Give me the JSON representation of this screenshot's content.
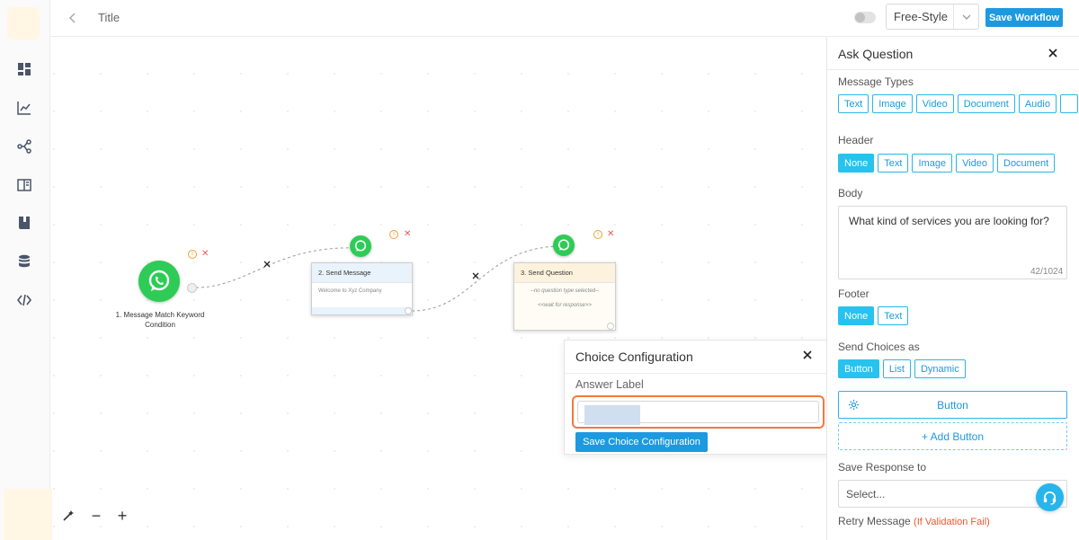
{
  "header": {
    "title": "Title",
    "mode": "Free-Style",
    "save_label": "Save Workflow"
  },
  "sidebar": {
    "icons": [
      "dashboard-icon",
      "analytics-icon",
      "flow-icon",
      "templates-icon",
      "book-icon",
      "database-icon",
      "code-icon"
    ]
  },
  "canvas": {
    "start_node": {
      "label": "1. Message Match Keyword Condition"
    },
    "nodes": [
      {
        "title": "2. Send Message",
        "body": "Welcome to Xyz Company"
      },
      {
        "title": "3. Send Question",
        "line1": "--no question type selected--",
        "line2": "<<wait for response>>"
      }
    ],
    "zoom_minus": "−",
    "zoom_plus": "+"
  },
  "choice_popup": {
    "title": "Choice Configuration",
    "answer_label": "Answer Label",
    "save_label": "Save Choice Configuration"
  },
  "panel": {
    "title": "Ask Question",
    "message_types_label": "Message Types",
    "message_types": [
      "Text",
      "Image",
      "Video",
      "Document",
      "Audio"
    ],
    "header_label": "Header",
    "header_options": [
      "None",
      "Text",
      "Image",
      "Video",
      "Document"
    ],
    "header_selected": "None",
    "body_label": "Body",
    "body_text": "What kind of services you are looking for?",
    "body_counter": "42/1024",
    "footer_label": "Footer",
    "footer_options": [
      "None",
      "Text"
    ],
    "footer_selected": "None",
    "send_choices_label": "Send Choices as",
    "send_choices_options": [
      "Button",
      "List",
      "Dynamic"
    ],
    "send_choices_selected": "Button",
    "button_label": "Button",
    "add_button_label": "+ Add Button",
    "save_response_label": "Save Response to",
    "save_response_placeholder": "Select...",
    "retry_label": "Retry Message",
    "retry_hint": "(If Validation Fail)"
  },
  "colors": {
    "accent": "#1d99e0",
    "chip_active": "#27c2ee",
    "whatsapp": "#2ecc56",
    "warning": "#f0a030",
    "danger": "#e85a4f",
    "focus": "#f07a3e"
  }
}
